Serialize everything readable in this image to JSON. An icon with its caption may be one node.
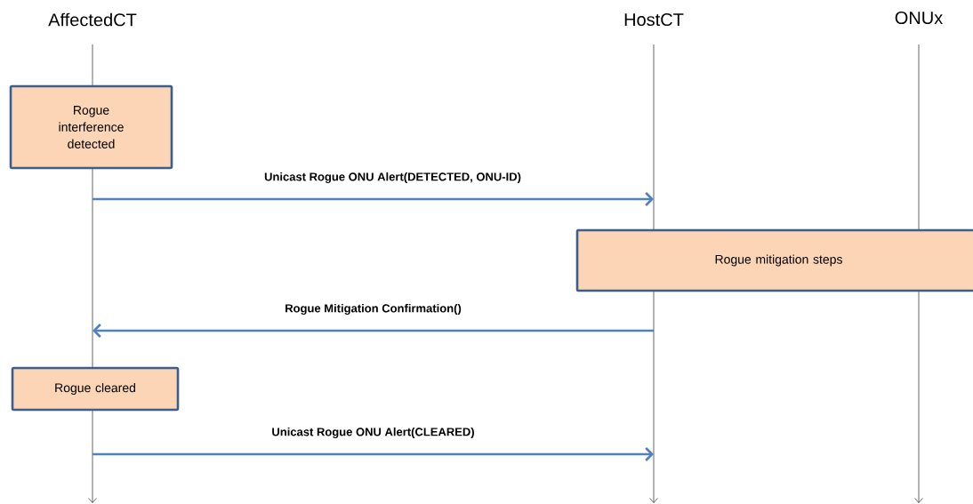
{
  "diagram": {
    "nodes": [
      {
        "text": [
          "AffectedCT"
        ]
      },
      {
        "text": [
          "HostCT"
        ]
      },
      {
        "text": [
          "ONUx"
        ]
      },
      {
        "text": [
          "Rogue interference detected"
        ]
      },
      {
        "text": [
          "Rogue mitigation steps"
        ]
      },
      {
        "text": [
          "Rogue cleared"
        ]
      }
    ],
    "edges": [
      {
        "from": 0,
        "to": 1,
        "arrow": "to",
        "label": "Unicast Rogue ONU Alert(DETECTED, ONU-ID)"
      },
      {
        "from": 1,
        "to": 0,
        "arrow": "to",
        "label": "Rogue Mitigation Confirmation()"
      },
      {
        "from": 0,
        "to": 1,
        "arrow": "to",
        "label": "Unicast Rogue ONU Alert(CLEARED)"
      }
    ]
  }
}
